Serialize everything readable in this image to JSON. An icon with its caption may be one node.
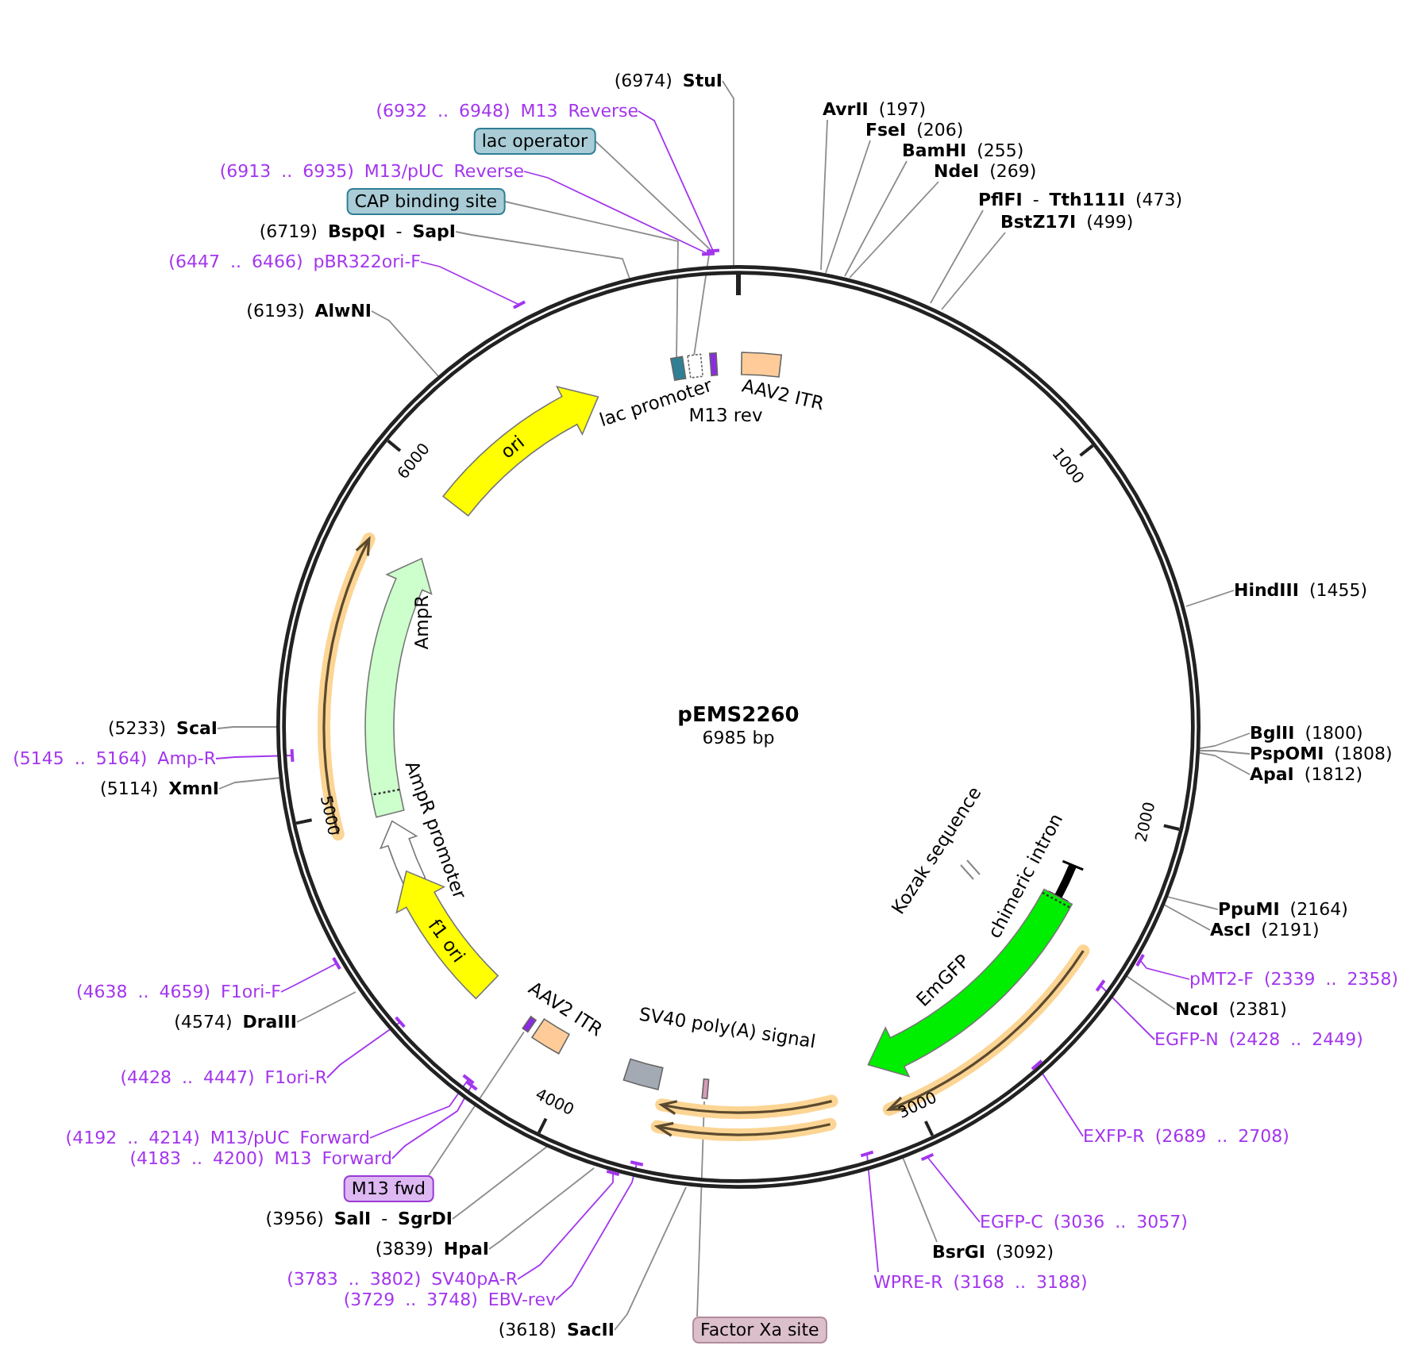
{
  "diagram": {
    "title": "pEMS2260",
    "nodes": [
      {
        "text": [
          "(6974) **StuI**"
        ]
      },
      {
        "text": [
          "(6932 .. 6948) M13 Reverse"
        ]
      },
      {
        "text": [
          "lac operator"
        ]
      },
      {
        "text": [
          "(6913 .. 6935) M13/pUC Reverse"
        ]
      },
      {
        "text": [
          "CAP binding site"
        ]
      },
      {
        "text": [
          "(6719) **BspQI** - **SapI**"
        ]
      },
      {
        "text": [
          "(6447 .. 6466) pBR322ori-F"
        ]
      },
      {
        "text": [
          "(6193) **AlwNI**"
        ]
      },
      {
        "text": [
          "**AvrII** (197)"
        ]
      },
      {
        "text": [
          "**FseI** (206)"
        ]
      },
      {
        "text": [
          "**BamHI** (255)"
        ]
      },
      {
        "text": [
          "**NdeI** (269)"
        ]
      },
      {
        "text": [
          "**PflFI** - **Tth111I** (473)"
        ]
      },
      {
        "text": [
          "**BstZ17I** (499)"
        ]
      },
      {
        "text": [
          "**HindIII** (1455)"
        ]
      },
      {
        "text": [
          "**BglII** (1800)"
        ]
      },
      {
        "text": [
          "**PspOMI** (1808)"
        ]
      },
      {
        "text": [
          "**ApaI** (1812)"
        ]
      },
      {
        "text": [
          "**PpuMI** (2164)"
        ]
      },
      {
        "text": [
          "**AscI** (2191)"
        ]
      },
      {
        "text": [
          "pMT2-F (2339 .. 2358)"
        ]
      },
      {
        "text": [
          "**NcoI** (2381)"
        ]
      },
      {
        "text": [
          "EGFP-N (2428 .. 2449)"
        ]
      },
      {
        "text": [
          "EXFP-R (2689 .. 2708)"
        ]
      },
      {
        "text": [
          "EGFP-C (3036 .. 3057)"
        ]
      },
      {
        "text": [
          "**BsrGI** (3092)"
        ]
      },
      {
        "text": [
          "WPRE-R (3168 .. 3188)"
        ]
      },
      {
        "text": [
          "Factor Xa site"
        ]
      },
      {
        "text": [
          "(3618) **SacII**"
        ]
      },
      {
        "text": [
          "(3729 .. 3748) EBV-rev"
        ]
      },
      {
        "text": [
          "(3783 .. 3802) SV40pA-R"
        ]
      },
      {
        "text": [
          "(3839) **HpaI**"
        ]
      },
      {
        "text": [
          "(3956) **SalI** - **SgrDI**"
        ]
      },
      {
        "text": [
          "M13 fwd"
        ]
      },
      {
        "text": [
          "(4183 .. 4200) M13 Forward"
        ]
      },
      {
        "text": [
          "(4192 .. 4214) M13/pUC Forward"
        ]
      },
      {
        "text": [
          "(4428 .. 4447) F1ori-R"
        ]
      },
      {
        "text": [
          "(4574) **DraIII**"
        ]
      },
      {
        "text": [
          "(4638 .. 4659) F1ori-F"
        ]
      },
      {
        "text": [
          "(5114) **XmnI**"
        ]
      },
      {
        "text": [
          "(5145 .. 5164) Amp-R"
        ]
      },
      {
        "text": [
          "(5233) **ScaI**"
        ]
      },
      {
        "text": [
          "lac promoter"
        ]
      },
      {
        "text": [
          "M13 rev"
        ]
      },
      {
        "text": [
          "AAV2 ITR"
        ]
      },
      {
        "text": [
          "ori"
        ]
      },
      {
        "text": [
          "AmpR"
        ]
      },
      {
        "text": [
          "AmpR promoter"
        ]
      },
      {
        "text": [
          "f1 ori"
        ]
      },
      {
        "text": [
          "AAV2 ITR"
        ]
      },
      {
        "text": [
          "SV40 poly(A) signal"
        ]
      },
      {
        "text": [
          "Kozak sequence"
        ]
      },
      {
        "text": [
          "chimeric intron"
        ]
      },
      {
        "text": [
          "EmGFP"
        ]
      },
      {
        "text": [],
        "shape": "box"
      },
      {
        "text": [],
        "shape": "box"
      },
      {
        "text": [],
        "shape": "bar"
      },
      {
        "text": [],
        "shape": "bar"
      }
    ],
    "edges": [
      {
        "from": 0,
        "to": null,
        "arrow": "none"
      },
      {
        "from": 1,
        "to": null,
        "arrow": "none",
        "color": "#a335ee"
      },
      {
        "from": 2,
        "to": 55,
        "arrow": "none"
      },
      {
        "from": 3,
        "to": null,
        "arrow": "none",
        "color": "#a335ee"
      },
      {
        "from": 4,
        "to": 54,
        "arrow": "none"
      },
      {
        "from": 5,
        "to": null,
        "arrow": "none"
      },
      {
        "from": 6,
        "to": null,
        "arrow": "none",
        "color": "#a335ee"
      },
      {
        "from": 7,
        "to": null,
        "arrow": "none"
      },
      {
        "from": 8,
        "to": null,
        "arrow": "none"
      },
      {
        "from": 9,
        "to": null,
        "arrow": "none"
      },
      {
        "from": 10,
        "to": null,
        "arrow": "none"
      },
      {
        "from": 11,
        "to": null,
        "arrow": "none"
      },
      {
        "from": 12,
        "to": null,
        "arrow": "none"
      },
      {
        "from": 13,
        "to": null,
        "arrow": "none"
      },
      {
        "from": 14,
        "to": null,
        "arrow": "none"
      },
      {
        "from": 15,
        "to": null,
        "arrow": "none"
      },
      {
        "from": 16,
        "to": null,
        "arrow": "none"
      },
      {
        "from": 17,
        "to": null,
        "arrow": "none"
      },
      {
        "from": 18,
        "to": null,
        "arrow": "none"
      },
      {
        "from": 19,
        "to": null,
        "arrow": "none"
      },
      {
        "from": 20,
        "to": null,
        "arrow": "none",
        "color": "#a335ee"
      },
      {
        "from": 21,
        "to": null,
        "arrow": "none"
      },
      {
        "from": 22,
        "to": null,
        "arrow": "none",
        "color": "#a335ee"
      },
      {
        "from": 23,
        "to": null,
        "arrow": "none",
        "color": "#a335ee"
      },
      {
        "from": 24,
        "to": null,
        "arrow": "none",
        "color": "#a335ee"
      },
      {
        "from": 25,
        "to": null,
        "arrow": "none"
      },
      {
        "from": 26,
        "to": null,
        "arrow": "none",
        "color": "#a335ee"
      },
      {
        "from": 27,
        "to": 56,
        "arrow": "none"
      },
      {
        "from": 28,
        "to": null,
        "arrow": "none"
      },
      {
        "from": 29,
        "to": null,
        "arrow": "none",
        "color": "#a335ee"
      },
      {
        "from": 30,
        "to": null,
        "arrow": "none",
        "color": "#a335ee"
      },
      {
        "from": 31,
        "to": null,
        "arrow": "none"
      },
      {
        "from": 32,
        "to": null,
        "arrow": "none"
      },
      {
        "from": 33,
        "to": 57,
        "arrow": "none"
      },
      {
        "from": 34,
        "to": null,
        "arrow": "none",
        "color": "#a335ee"
      },
      {
        "from": 35,
        "to": null,
        "arrow": "none",
        "color": "#a335ee"
      },
      {
        "from": 36,
        "to": null,
        "arrow": "none",
        "color": "#a335ee"
      },
      {
        "from": 37,
        "to": null,
        "arrow": "none"
      },
      {
        "from": 38,
        "to": null,
        "arrow": "none",
        "color": "#a335ee"
      },
      {
        "from": 39,
        "to": null,
        "arrow": "none"
      },
      {
        "from": 40,
        "to": null,
        "arrow": "none",
        "color": "#a335ee"
      },
      {
        "from": 41,
        "to": null,
        "arrow": "none"
      }
    ],
    "labels": [
      "6985 bp",
      "1000",
      "2000",
      "3000",
      "4000",
      "5000",
      "6000"
    ]
  }
}
